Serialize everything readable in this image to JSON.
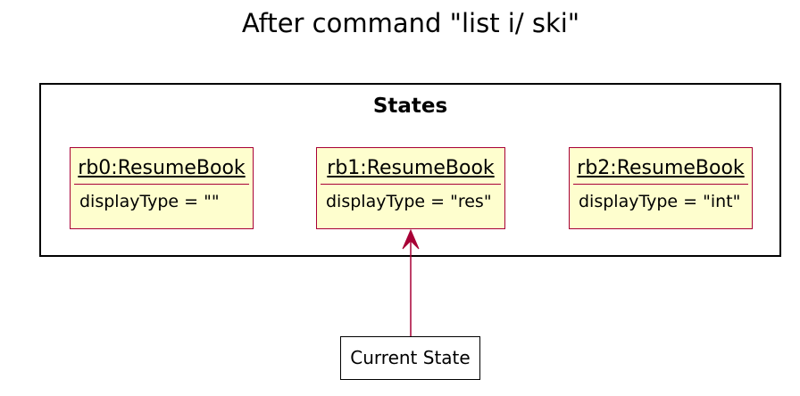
{
  "title": "After command \"list i/ ski\"",
  "package": {
    "label": "States"
  },
  "objects": [
    {
      "name": "rb0:ResumeBook",
      "attribute": "displayType = \"\""
    },
    {
      "name": "rb1:ResumeBook",
      "attribute": "displayType = \"res\""
    },
    {
      "name": "rb2:ResumeBook",
      "attribute": "displayType = \"int\""
    }
  ],
  "pointer": {
    "label": "Current State",
    "target": "rb1:ResumeBook"
  },
  "colors": {
    "object_fill": "#fefece",
    "object_border": "#a80036",
    "arrow": "#a80036"
  }
}
